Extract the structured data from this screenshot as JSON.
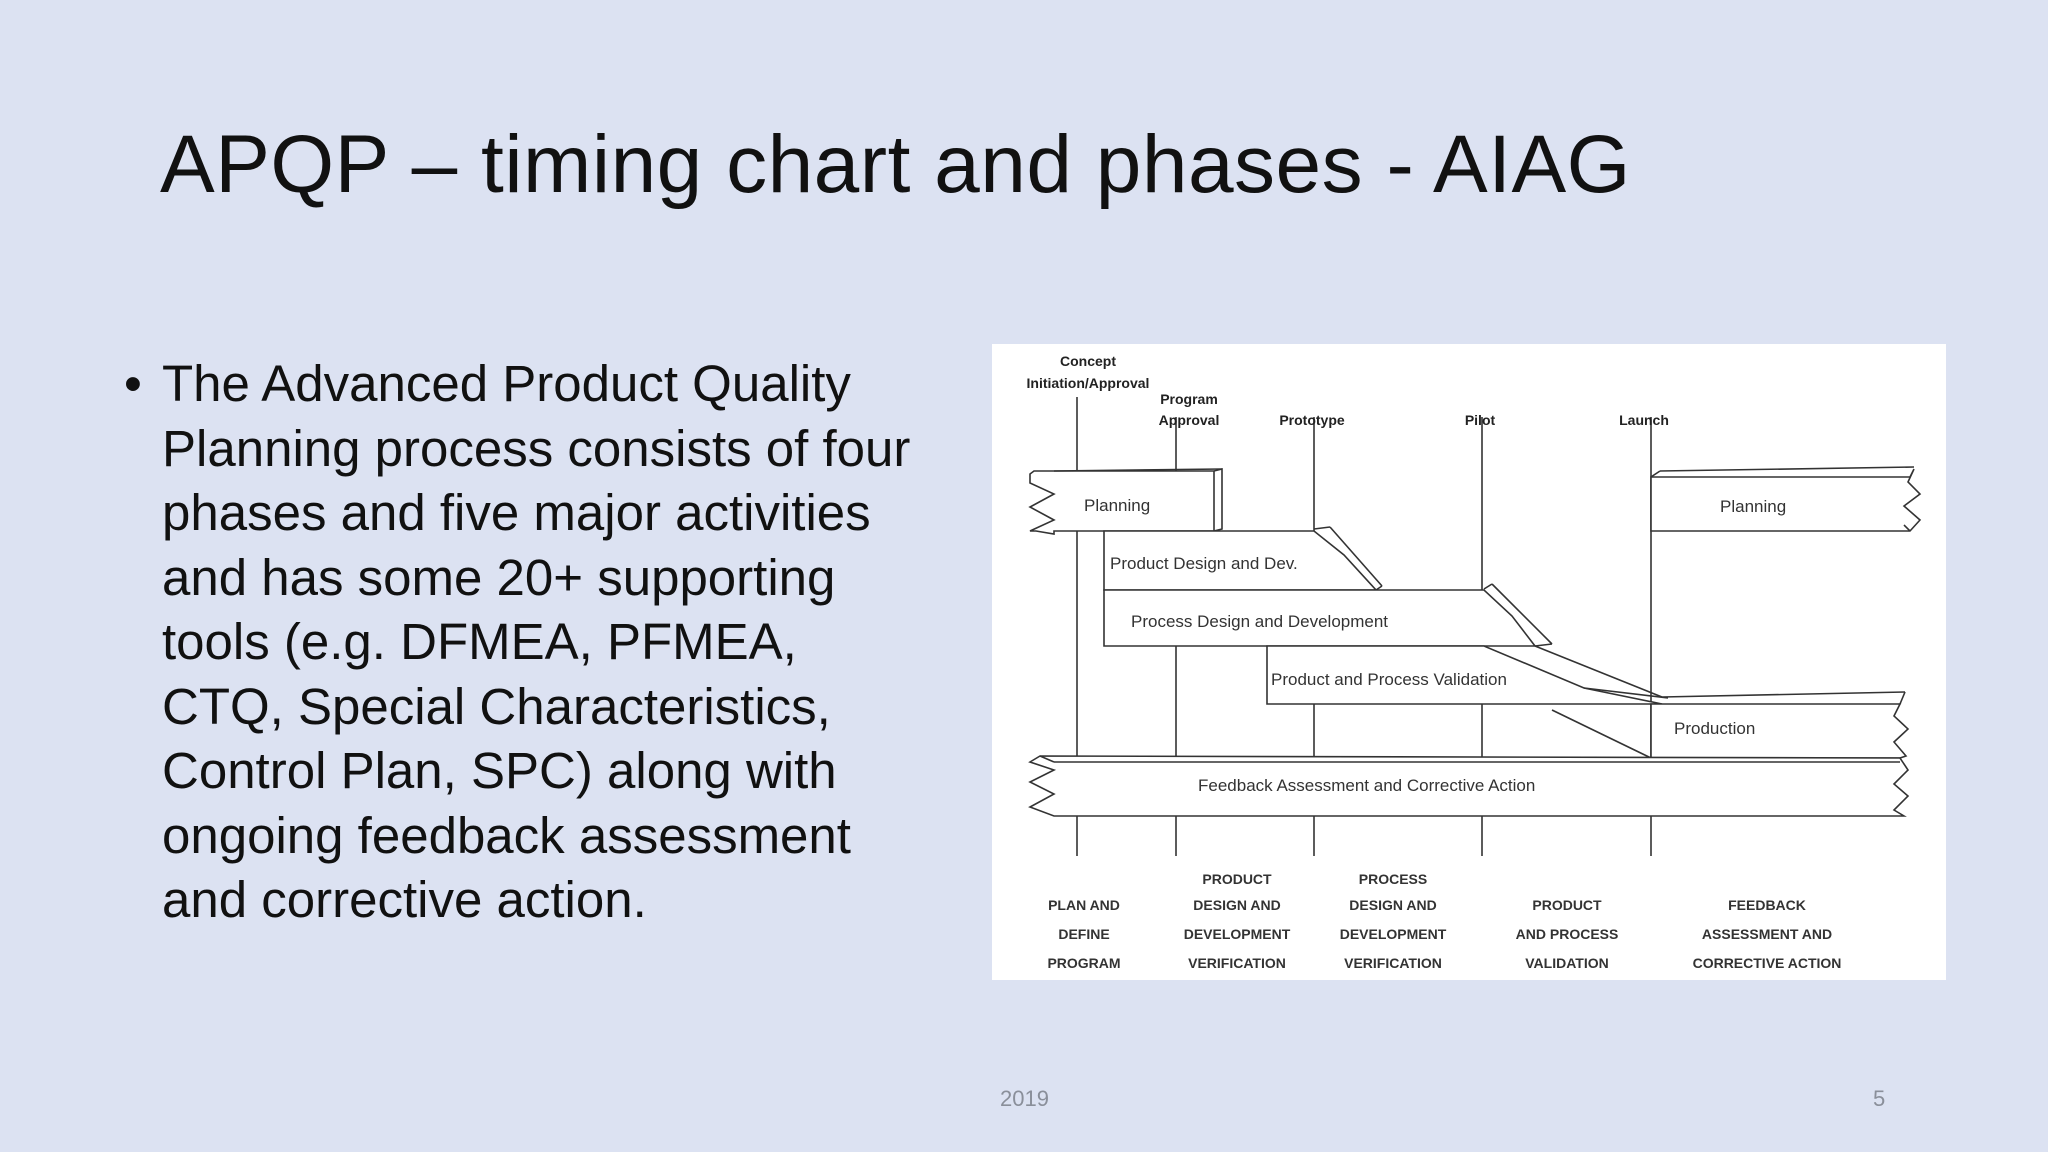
{
  "slide": {
    "title": "APQP – timing chart and phases - AIAG",
    "bullet_marker": "•",
    "bullet_text": "The Advanced Product Quality Planning process consists of four phases and five major activities and has some 20+ supporting tools (e.g. DFMEA, PFMEA, CTQ, Special Characteristics, Control Plan, SPC) along with ongoing feedback assessment and corrective action.",
    "footer_year": "2019",
    "page_number": "5"
  },
  "diagram": {
    "milestones": {
      "concept_line1": "Concept",
      "concept_line2": "Initiation/Approval",
      "program_line1": "Program",
      "program_line2": "Approval",
      "prototype": "Prototype",
      "pilot": "Pilot",
      "launch": "Launch"
    },
    "bars": {
      "planning_left": "Planning",
      "planning_right": "Planning",
      "product_design": "Product Design and Dev.",
      "process_design": "Process Design and Development",
      "validation": "Product and Process Validation",
      "production": "Production",
      "feedback": "Feedback Assessment and Corrective Action"
    },
    "phases": {
      "p1": [
        "PLAN AND",
        "DEFINE",
        "PROGRAM"
      ],
      "p2": [
        "PRODUCT",
        "DESIGN AND",
        "DEVELOPMENT",
        "VERIFICATION"
      ],
      "p3": [
        "PROCESS",
        "DESIGN AND",
        "DEVELOPMENT",
        "VERIFICATION"
      ],
      "p4": [
        "PRODUCT",
        "AND PROCESS",
        "VALIDATION"
      ],
      "p5": [
        "FEEDBACK",
        "ASSESSMENT AND",
        "CORRECTIVE ACTION"
      ]
    }
  }
}
